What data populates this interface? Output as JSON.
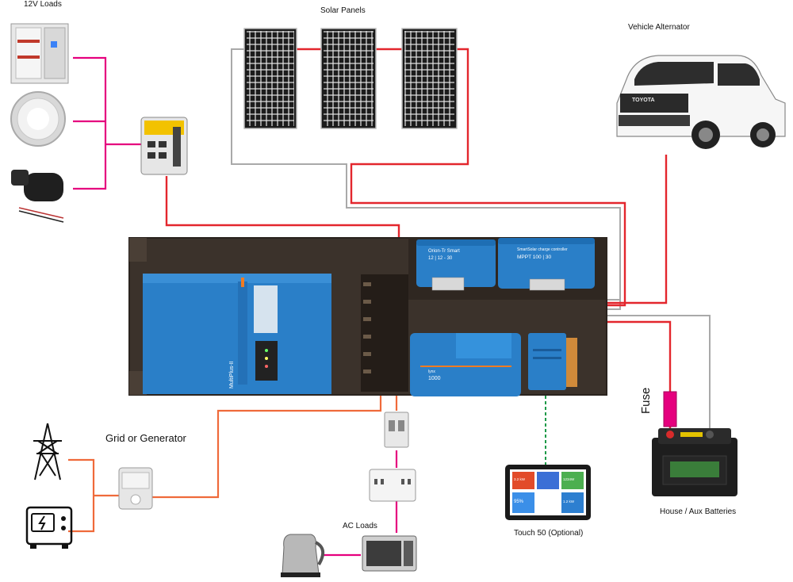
{
  "labels": {
    "loads_12v": "12V Loads",
    "solar_panels": "Solar Panels",
    "vehicle_alternator": "Vehicle Alternator",
    "grid_or_generator": "Grid or Generator",
    "ac_loads": "AC Loads",
    "touch50": "Touch 50 (Optional)",
    "house_batteries": "House / Aux Batteries",
    "fuse": "Fuse"
  },
  "devices": {
    "orion_title": "Orion-Tr Smart",
    "orion_spec": "12 | 12 - 30",
    "mppt_title": "SmartSolar charge controller",
    "mppt_spec": "MPPT 100 | 30",
    "lynx_title": "lynx",
    "lynx_spec": "1000",
    "multiplus_name": "MultiPlus-II",
    "vehicle_brand": "TOYOTA",
    "touch_tiles": {
      "grid": "3.2 kW",
      "solar": "1234W",
      "battery": "95%",
      "loads": "1.2 kW"
    }
  },
  "colors": {
    "positive_wire": "#e3262d",
    "negative_wire": "#a9a9a9",
    "dc_load_wire": "#e5007e",
    "ac_wire": "#ef6a3a",
    "comms_wire": "#1d9a48",
    "victron_blue": "#2a7fc8",
    "board": "#3a3028"
  }
}
